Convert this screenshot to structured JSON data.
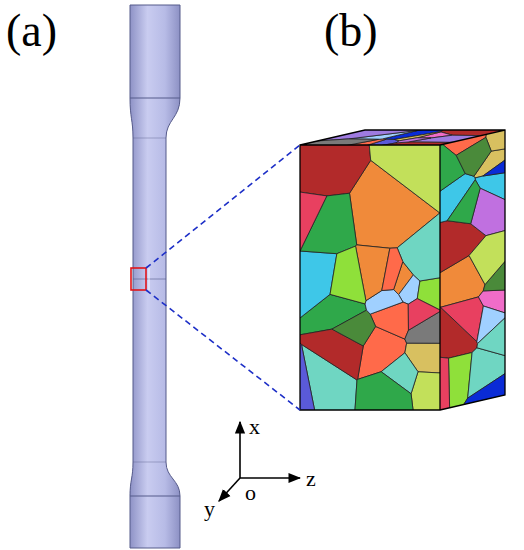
{
  "diagram": {
    "labels": [
      "(a)",
      "(b)",
      "x",
      "y",
      "o",
      "z"
    ]
  }
}
